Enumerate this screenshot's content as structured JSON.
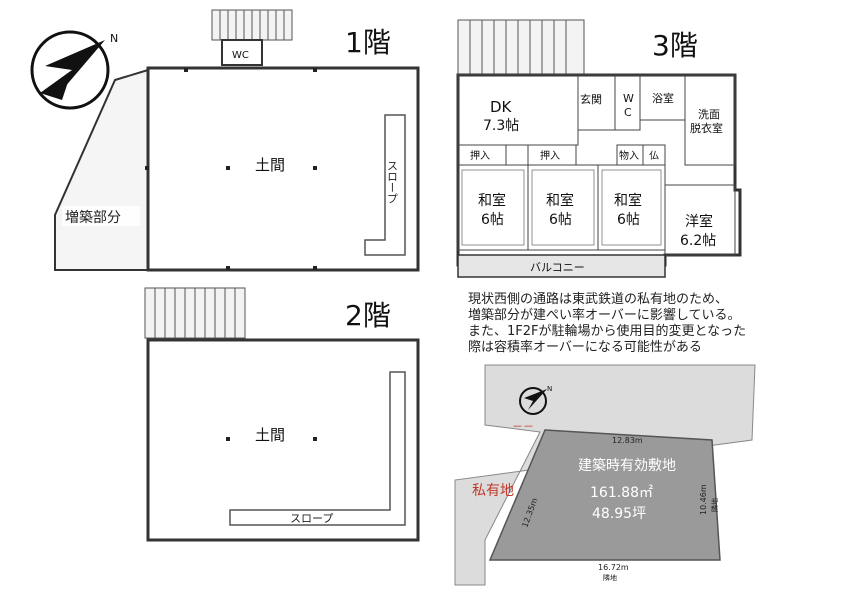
{
  "floors": {
    "floor1": {
      "label": "1階",
      "main_room": "土間",
      "slope": "スロープ",
      "wc": "WC",
      "extension": "増築部分"
    },
    "floor2": {
      "label": "2階",
      "main_room": "土間",
      "slope": "スロープ"
    },
    "floor3": {
      "label": "3階",
      "rooms": {
        "dk_name": "DK",
        "dk_size": "7.3帖",
        "entrance": "玄関",
        "wc_w": "W",
        "wc_c": "C",
        "bath": "浴室",
        "washroom_1": "洗面",
        "washroom_2": "脱衣室",
        "closet_1": "押入",
        "closet_2": "押入",
        "storage": "物入",
        "altar": "仏",
        "washitsu_1_name": "和室",
        "washitsu_1_size": "6帖",
        "washitsu_2_name": "和室",
        "washitsu_2_size": "6帖",
        "washitsu_3_name": "和室",
        "washitsu_3_size": "6帖",
        "youshitsu_name": "洋室",
        "youshitsu_size": "6.2帖",
        "balcony": "バルコニー"
      }
    }
  },
  "notes": {
    "line1": "現状西側の通路は東武鉄道の私有地のため、",
    "line2": "増築部分が建ぺい率オーバーに影響している。",
    "line3": "また、1F2Fが駐輪場から使用目的変更となった",
    "line4": "際は容積率オーバーになる可能性がある"
  },
  "site": {
    "title": "建築時有効敷地",
    "area_sqm": "161.88㎡",
    "area_tsubo": "48.95坪",
    "top_width": "12.83m",
    "left_width": "12.35m",
    "right_width": "10.46m",
    "bottom_width": "16.72m",
    "right_neighbor": "隣地",
    "bottom_neighbor": "隣地",
    "private_land": "私有地",
    "dash_marker": "－－"
  },
  "compass": {
    "north": "N"
  },
  "colors": {
    "lot_fill": "#9a9a9a",
    "road_fill": "#dcdcdc",
    "balcony_fill": "#e6e6e6",
    "red_text": "#c0392b"
  }
}
